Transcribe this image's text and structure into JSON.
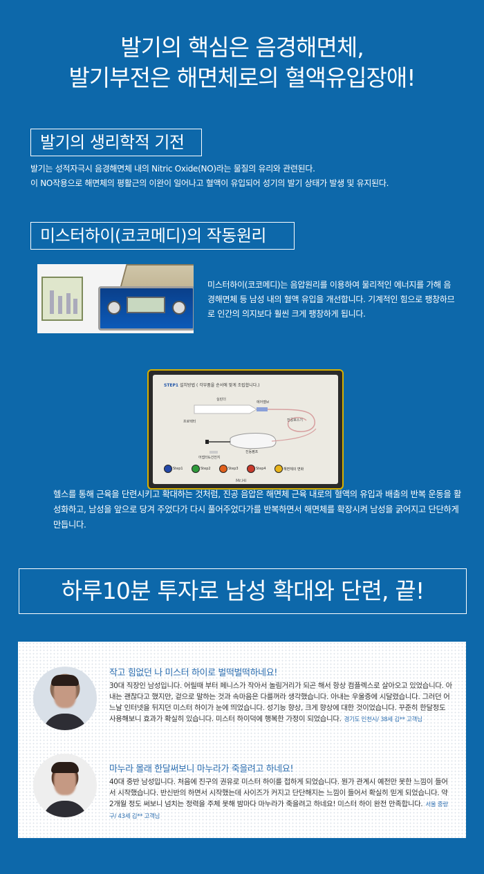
{
  "headline": {
    "line1": "발기의 핵심은 음경해면체,",
    "line2": "발기부전은 해면체로의 혈액유입장애!"
  },
  "section1": {
    "title": "발기의 생리학적 기전",
    "line1": "발기는 성적자극시 음경해면체 내의 Nitric Oxide(NO)라는 물질의 유리와 관련된다.",
    "line2": "이 NO작용으로 해면체의 평활근의 이완이 일어나고 혈액이 유입되어 성기의 발기 상태가 발생 및 유지된다."
  },
  "section2": {
    "title": "미스터하이(코코메디)의 작동원리",
    "description": "미스터하이(코코메디)는 음압원리를 이용하여 물리적인 에너지를 가해 음경해면체 등 남성 내의 혈액 유입을 개선합니다. 기계적인 힘으로 팽창하므로 인간의 의지보다 훨씬 크게 팽창하게 됩니다.",
    "diagram": {
      "step_label": "STEP1",
      "step_title": "설치방법 ( 각부품을 순서에 맞게 조립합니다.)",
      "labels": {
        "cylinder": "실린더",
        "protector": "프로텍터",
        "air_valve": "에어벨브",
        "vacuum_hose": "진공호스기",
        "adapter": "어댑터&건전지",
        "vacuum_pump": "진동펌프"
      },
      "steps": [
        "Step1",
        "Step2",
        "Step3",
        "Step4",
        "해면체의 변화"
      ],
      "brand": "Mr.HI"
    },
    "explanation": "헬스를 통해 근육을 단련시키고 확대하는 것처럼, 진공 음압은 해면체 근육 내로의 혈액의 유입과 배출의 반복 운동을 활성화하고, 남성을 앞으로 당겨 주었다가 다시 풀어주었다가를 반복하면서 해면체를 확장시켜 남성을 굵어지고 단단하게 만듭니다."
  },
  "banner": "하루10분 투자로 남성 확대와 단련, 끝!",
  "reviews": [
    {
      "title": "작고 힘없던 나 미스터 하이로 벌떡벌떡하네요!",
      "text": "30대 직장인 남성입니다. 어릴때 부터 페니스가 작아서 놀림거리가 되곤 해서 항상 컴플렉스로 살아오고 있었습니다. 아내는 괜찮다고 했지만, 겉으로 말하는 것과 속마음은 다를꺼라 생각했습니다. 아내는 우울증에 시달렸습니다. 그러던 어느날 인터넷을 뒤지던 미스터 하이가 눈에 띄었습니다. 성기능 향상, 크게 향상에 대한 것이었습니다. 꾸준히 한달정도 사용해보니 효과가 확실히 있습니다. 미스터 하이덕에 행복한 가정이 되었습니다.",
      "author": "경기도 인천시/ 38세 김** 고객님"
    },
    {
      "title": "마누라 몰래 한달써보니 마누라가 죽을려고 하네요!",
      "text": "40대 중반 남성입니다. 처음에 친구의 권유로 미스터 하이를 접하게 되었습니다. 뭔가 관계시 예전만 못한 느낌이 들어서 시작했습니다. 반신반의 하면서 시작했는데 사이즈가 커지고 단단해지는 느낌이 들어서 확실히 믿게 되었습니다. 약 2개월 정도 써보니 넘치는 정력을 주체 못해 밤마다 마누라가 죽을려고 하네요! 미스터 하이 완전 만족합니다.",
      "author": "서울 중랑구/ 43세 김** 고객님"
    }
  ],
  "colors": {
    "background": "#0d68aa",
    "review_title": "#2c6eb0"
  }
}
